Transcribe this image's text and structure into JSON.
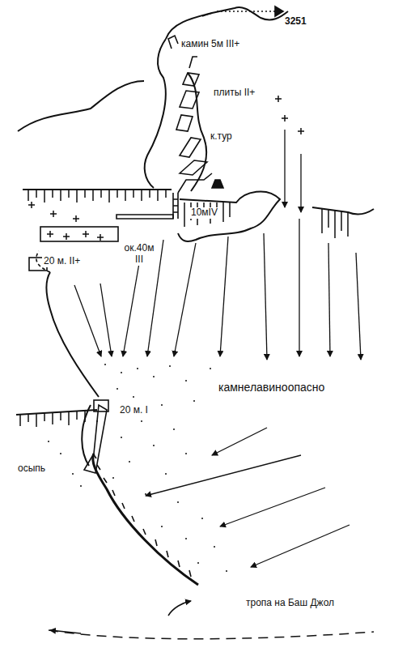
{
  "diagram": {
    "labels": [
      "3251",
      "камин 5м III+",
      "плиты II+",
      "к.тур",
      "10мIV",
      "ок.40м III",
      "20 м. II+",
      "камнелавиноопасно",
      "20 м. I",
      "осыпь",
      "тропа на Баш Джол"
    ]
  }
}
